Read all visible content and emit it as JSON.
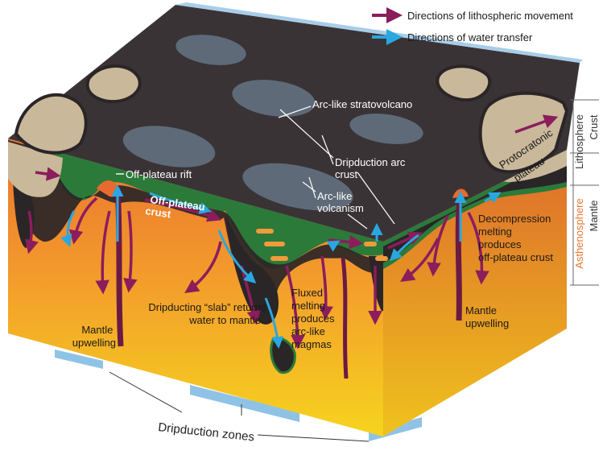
{
  "legend": {
    "lithospheric_movement": "Directions of lithospheric movement",
    "water_transfer": "Directions of water transfer",
    "movement_color": "#8b1d5c",
    "water_color": "#2aa7e0"
  },
  "labels": {
    "arc_stratovolcano": "Arc-like stratovolcano",
    "dripduction_arc": "Dripduction arc",
    "dripduction_arc_2": "crust",
    "off_plateau_rift": "Off-plateau rift",
    "off_plateau_crust": "Off-plateau",
    "off_plateau_crust_2": "crust",
    "arc_volcanism": "Arc-like",
    "arc_volcanism_2": "volcanism",
    "protocratonic": "Protocratonic",
    "protocratonic_2": "plateau",
    "decompression": [
      "Decompression",
      "melting",
      "produces",
      "off-plateau crust"
    ],
    "fluxed": [
      "Fluxed",
      "melting",
      "produces",
      "arc-like",
      "magmas"
    ],
    "slab_returns": [
      "Dripducting “slab” returns",
      "water to mantle"
    ],
    "mantle_upwelling_left": [
      "Mantle",
      "upwelling"
    ],
    "mantle_upwelling_right": [
      "Mantle",
      "upwelling"
    ],
    "dripduction_zones": "Dripduction zones"
  },
  "side_scale": {
    "crust": "Crust",
    "lithosphere": "Lithosphere",
    "asthenosphere": "Asthenosphere",
    "mantle": "Mantle",
    "asthenosphere_color": "#e8762c"
  },
  "colors": {
    "surface": "#3a3335",
    "plateau": "#c9b89a",
    "lithosphere_band": "#2b7a3a",
    "mantle_top": "#ee8a3a",
    "mantle_bottom": "#f5d21e",
    "zone_bar": "#8fc3e6"
  }
}
